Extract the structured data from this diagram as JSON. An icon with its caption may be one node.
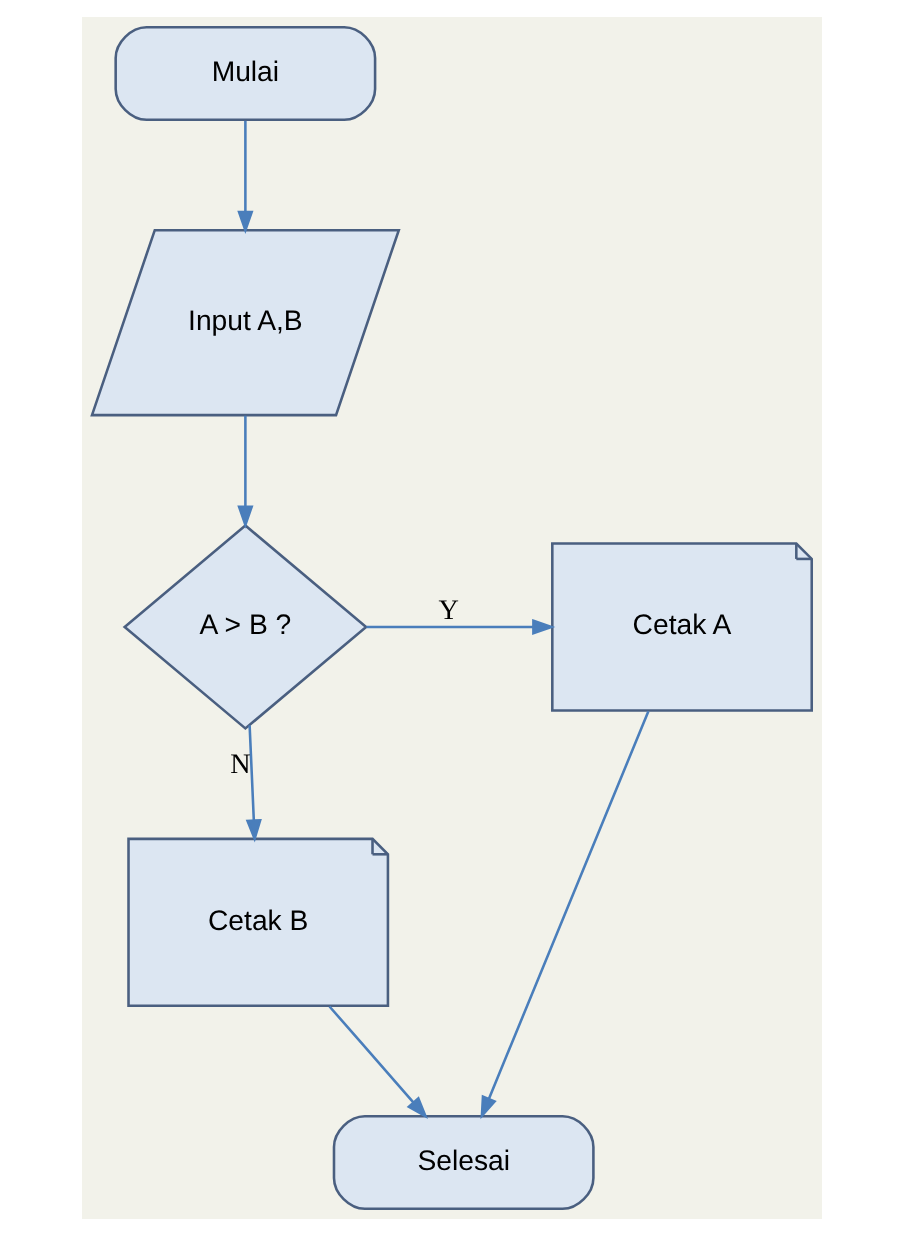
{
  "diagram": {
    "nodes": [
      {
        "text": [
          "Mulai"
        ]
      },
      {
        "text": [
          "Input A,B"
        ]
      },
      {
        "text": [
          "A > B ?"
        ]
      },
      {
        "text": [
          "Cetak A"
        ]
      },
      {
        "text": [
          "Cetak B"
        ]
      },
      {
        "text": [
          "Selesai"
        ]
      }
    ],
    "edges": [
      {
        "from": 0,
        "to": 1,
        "arrow": "to"
      },
      {
        "from": 1,
        "to": 2,
        "arrow": "to"
      },
      {
        "from": 2,
        "to": 3,
        "arrow": "to",
        "label": "Y"
      },
      {
        "from": 2,
        "to": 4,
        "arrow": "to",
        "label": "N"
      },
      {
        "from": 4,
        "to": 5,
        "arrow": "to"
      },
      {
        "from": 3,
        "to": 5,
        "arrow": "to"
      }
    ]
  }
}
